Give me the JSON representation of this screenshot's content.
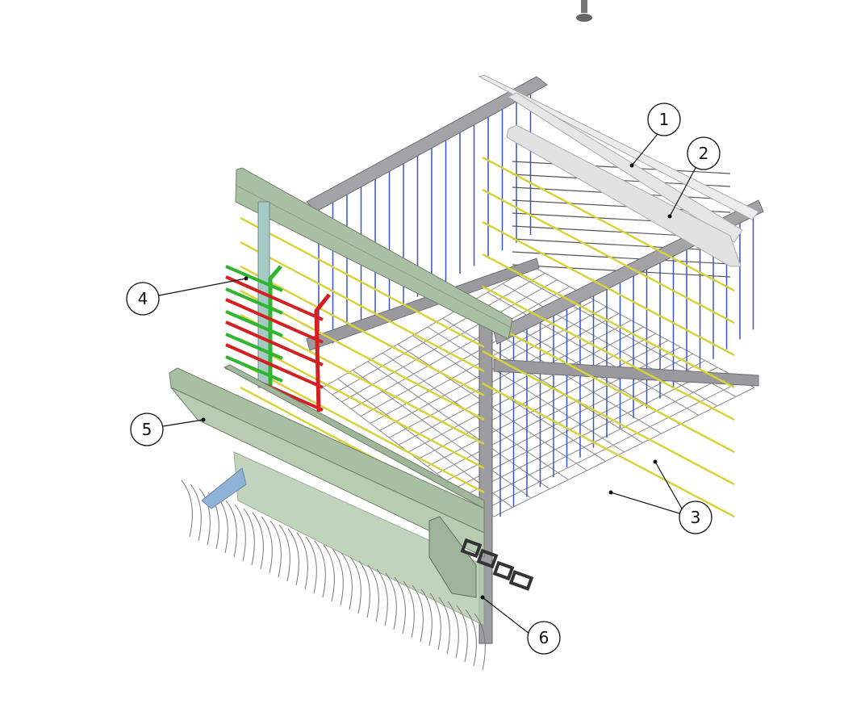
{
  "diagram": {
    "callouts": [
      {
        "id": "1",
        "label": "1"
      },
      {
        "id": "2",
        "label": "2"
      },
      {
        "id": "3",
        "label": "3"
      },
      {
        "id": "4",
        "label": "4"
      },
      {
        "id": "5",
        "label": "5"
      },
      {
        "id": "6",
        "label": "6"
      }
    ],
    "colors": {
      "frame": "#9a9a9e",
      "blue_wire": "#3a55c8",
      "yellow_rod": "#d8d23a",
      "green_panel": "#a9bfa3",
      "red_door": "#d42020",
      "green_door": "#2fb52f",
      "floor_wire": "#8a8a8a"
    }
  }
}
